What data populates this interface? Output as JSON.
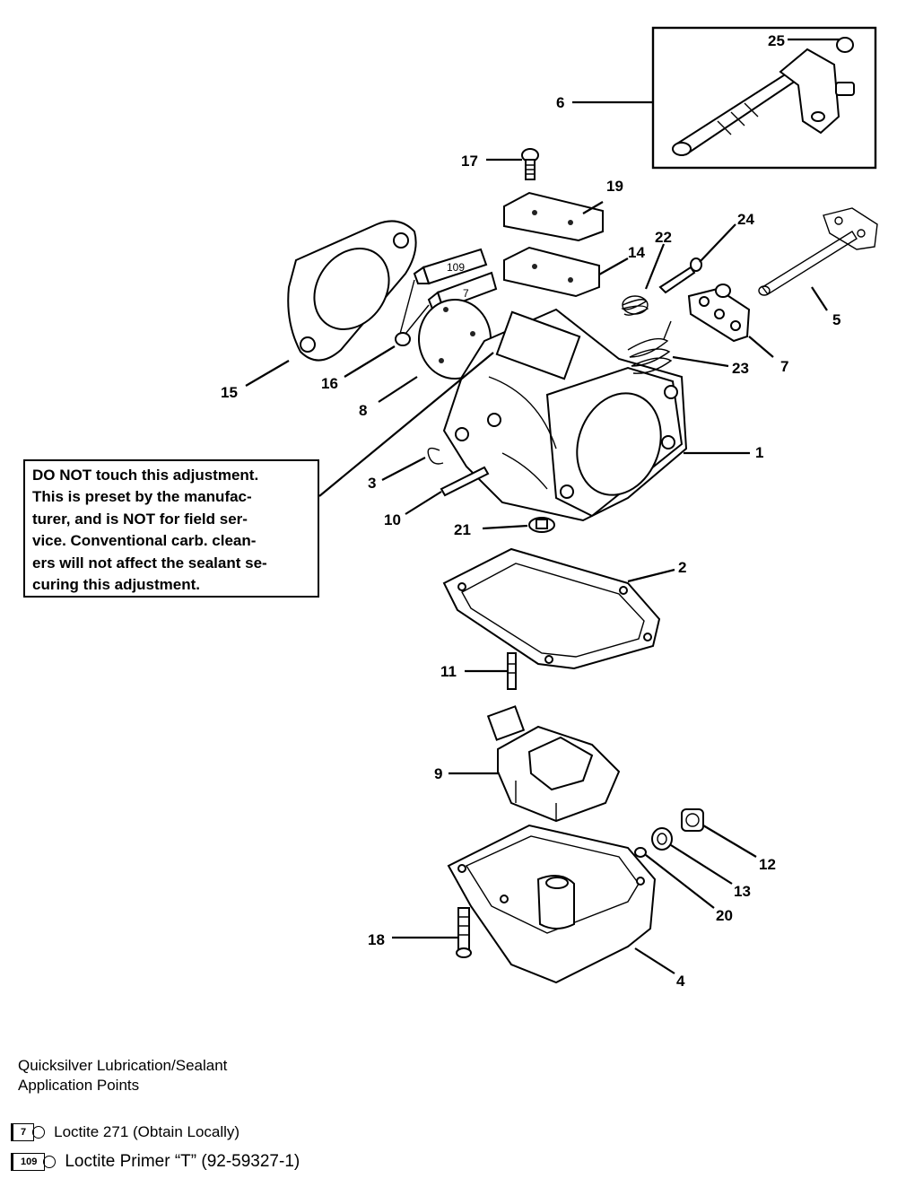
{
  "callout_note": {
    "line1": "DO NOT touch this adjustment.",
    "line2": "This is preset by the manufac-",
    "line3": "turer, and is NOT for field ser-",
    "line4": "vice.  Conventional carb. clean-",
    "line5": "ers will not affect the sealant se-",
    "line6": "curing this adjustment."
  },
  "part_labels": {
    "p1": "1",
    "p2": "2",
    "p3": "3",
    "p4": "4",
    "p5": "5",
    "p6": "6",
    "p7": "7",
    "p8": "8",
    "p9": "9",
    "p10": "10",
    "p11": "11",
    "p12": "12",
    "p13": "13",
    "p14": "14",
    "p15": "15",
    "p16": "16",
    "p17": "17",
    "p18": "18",
    "p19": "19",
    "p20": "20",
    "p21": "21",
    "p22": "22",
    "p23": "23",
    "p24": "24",
    "p25": "25"
  },
  "tube_marks": {
    "t109": "109",
    "t7": "7"
  },
  "legend": {
    "title_line1": "Quicksilver Lubrication/Sealant",
    "title_line2": "Application Points",
    "items": [
      {
        "code": "7",
        "text": "Loctite 271 (Obtain Locally)"
      },
      {
        "code": "109",
        "text": "Loctite  Primer “T” (92-59327-1)"
      }
    ]
  }
}
